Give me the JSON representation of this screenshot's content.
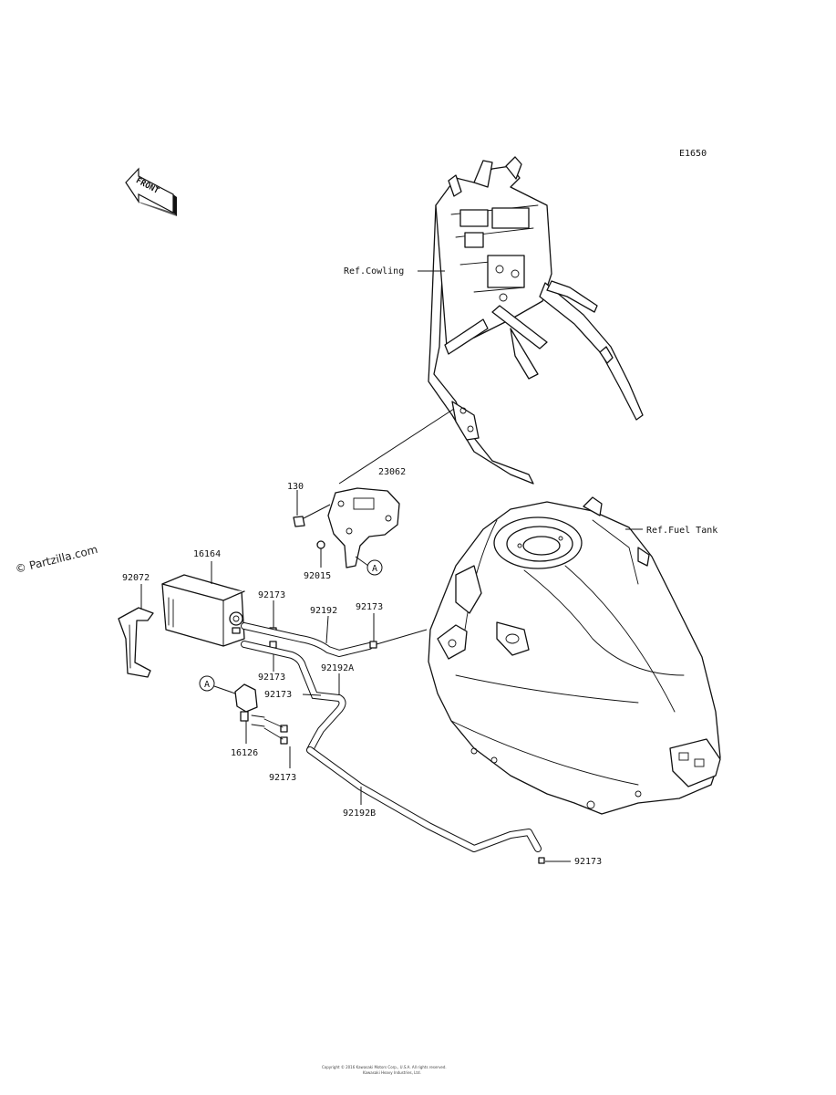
{
  "diagram_code": "E1650",
  "front_label": "FRONT",
  "watermark": "© Partzilla.com",
  "refs": {
    "cowling": "Ref.Cowling",
    "fuel_tank": "Ref.Fuel Tank"
  },
  "connector_ref": "A",
  "part_numbers": {
    "p23062": "23062",
    "p130": "130",
    "p92015": "92015",
    "p16164": "16164",
    "p92072": "92072",
    "clamp_top_left": "92173",
    "hose_92192": "92192",
    "clamp_top_right": "92173",
    "clamp_mid_left": "92173",
    "hose_92192A": "92192A",
    "clamp_mid_center": "92173",
    "p16126": "16126",
    "clamp_lower": "92173",
    "hose_92192B": "92192B",
    "clamp_bottom": "92173"
  },
  "footer": {
    "line1": "Copyright © 2016 Kawasaki Motors Corp., U.S.A. All rights reserved.",
    "line2": "Kawasaki Heavy Industries, Ltd."
  }
}
